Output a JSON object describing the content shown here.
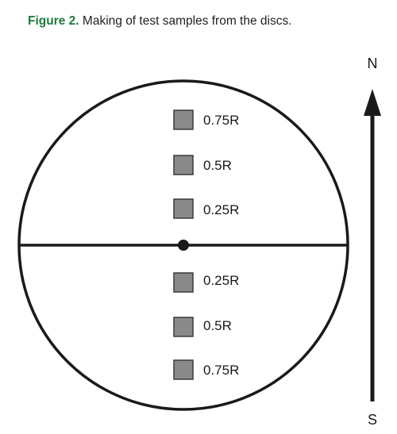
{
  "caption": {
    "label": "Figure 2.",
    "text": " Making of test samples from the discs."
  },
  "compass": {
    "north": "N",
    "south": "S"
  },
  "samples": {
    "upper": [
      "0.75R",
      "0.5R",
      "0.25R"
    ],
    "lower": [
      "0.25R",
      "0.5R",
      "0.75R"
    ]
  },
  "colors": {
    "caption_accent": "#1f7a3a",
    "sample_fill": "#8a8a8a",
    "stroke": "#1a1a1a"
  }
}
